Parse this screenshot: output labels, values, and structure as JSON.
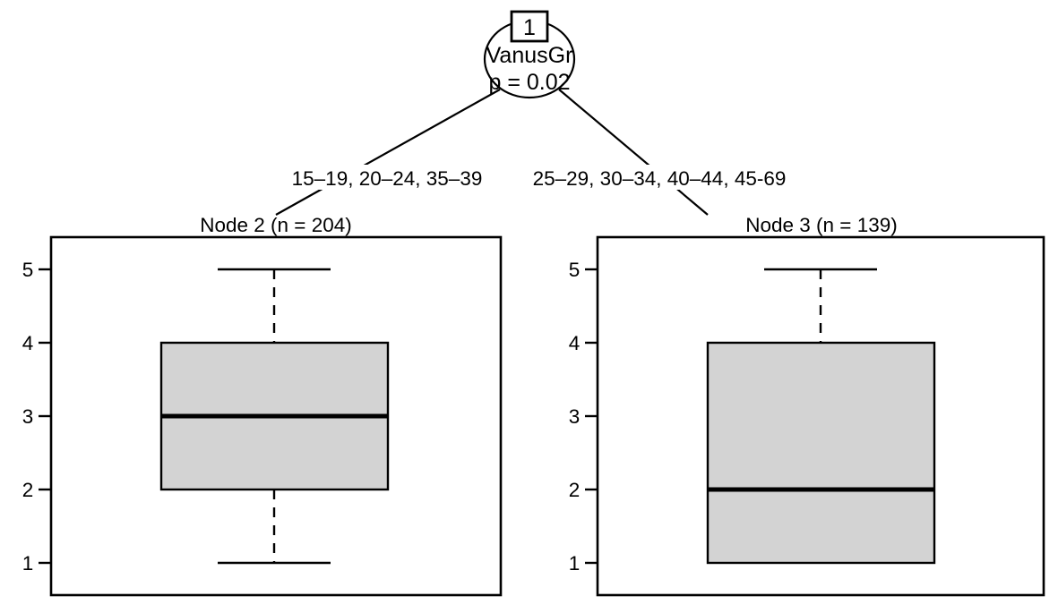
{
  "chart_data": {
    "type": "box",
    "title": "",
    "subtitle": "",
    "xlabel": "",
    "ylabel": "",
    "ylim": [
      0.6,
      5.4
    ],
    "yticks": [
      1,
      2,
      3,
      4,
      5
    ],
    "grid": false,
    "legend": "none",
    "tree": {
      "root": {
        "id": "1",
        "variable": "VanusGr",
        "pvalue_label": "p = 0.02"
      },
      "edges": [
        {
          "label": "15–19, 20–24, 35–39",
          "to": "Node 2"
        },
        {
          "label": "25–29, 30–34, 40–44, 45-69",
          "to": "Node 3"
        }
      ]
    },
    "panels": [
      {
        "title": "Node 2 (n = 204)",
        "n": 204,
        "box": {
          "min_whisker": 1,
          "q1": 2,
          "median": 3,
          "q3": 4,
          "max_whisker": 5
        }
      },
      {
        "title": "Node 3 (n = 139)",
        "n": 139,
        "box": {
          "min_whisker": 1,
          "q1": 1,
          "median": 2,
          "q3": 4,
          "max_whisker": 5
        }
      }
    ],
    "colors": {
      "box_fill": "#d3d3d3",
      "line": "#000000",
      "background": "#ffffff"
    }
  },
  "tree_root": {
    "number": "1",
    "variable": "VanusGr",
    "pvalue": "p = 0.02"
  },
  "edge_labels": {
    "left": "15–19, 20–24, 35–39",
    "right": "25–29, 30–34, 40–44, 45-69"
  },
  "panels": {
    "left": {
      "title": "Node 2 (n = 204)",
      "axis": {
        "tick_5": "5",
        "tick_4": "4",
        "tick_3": "3",
        "tick_2": "2",
        "tick_1": "1"
      }
    },
    "right": {
      "title": "Node 3 (n = 139)",
      "axis": {
        "tick_5": "5",
        "tick_4": "4",
        "tick_3": "3",
        "tick_2": "2",
        "tick_1": "1"
      }
    }
  }
}
